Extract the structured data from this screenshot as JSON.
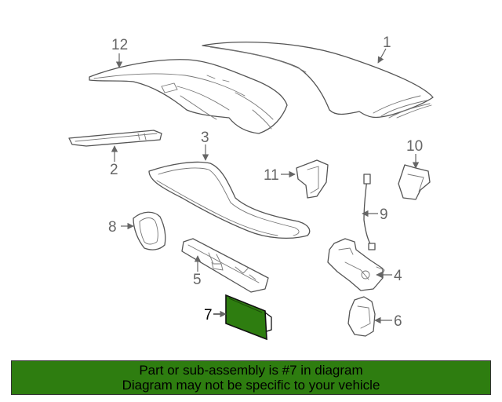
{
  "diagram": {
    "highlighted_part": "7",
    "highlight_color": "#2e7d10",
    "callouts": [
      {
        "id": "1",
        "label": "1"
      },
      {
        "id": "2",
        "label": "2"
      },
      {
        "id": "3",
        "label": "3"
      },
      {
        "id": "4",
        "label": "4"
      },
      {
        "id": "5",
        "label": "5"
      },
      {
        "id": "6",
        "label": "6"
      },
      {
        "id": "7",
        "label": "7"
      },
      {
        "id": "8",
        "label": "8"
      },
      {
        "id": "9",
        "label": "9"
      },
      {
        "id": "10",
        "label": "10"
      },
      {
        "id": "11",
        "label": "11"
      },
      {
        "id": "12",
        "label": "12"
      }
    ]
  },
  "banner": {
    "line1": "Part or sub-assembly is #7 in diagram",
    "line2": "Diagram may not be specific to your vehicle",
    "background": "#2e7d10"
  }
}
